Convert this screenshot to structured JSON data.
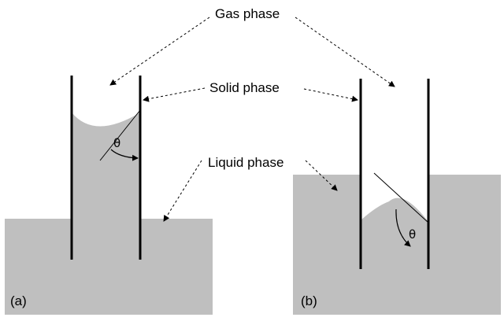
{
  "labels": {
    "gas": "Gas phase",
    "solid": "Solid phase",
    "liquid": "Liquid phase",
    "panel_a": "(a)",
    "panel_b": "(b)",
    "theta": "θ"
  },
  "colors": {
    "liquid": "#bfbfbf",
    "line": "#000000",
    "background": "#ffffff"
  }
}
